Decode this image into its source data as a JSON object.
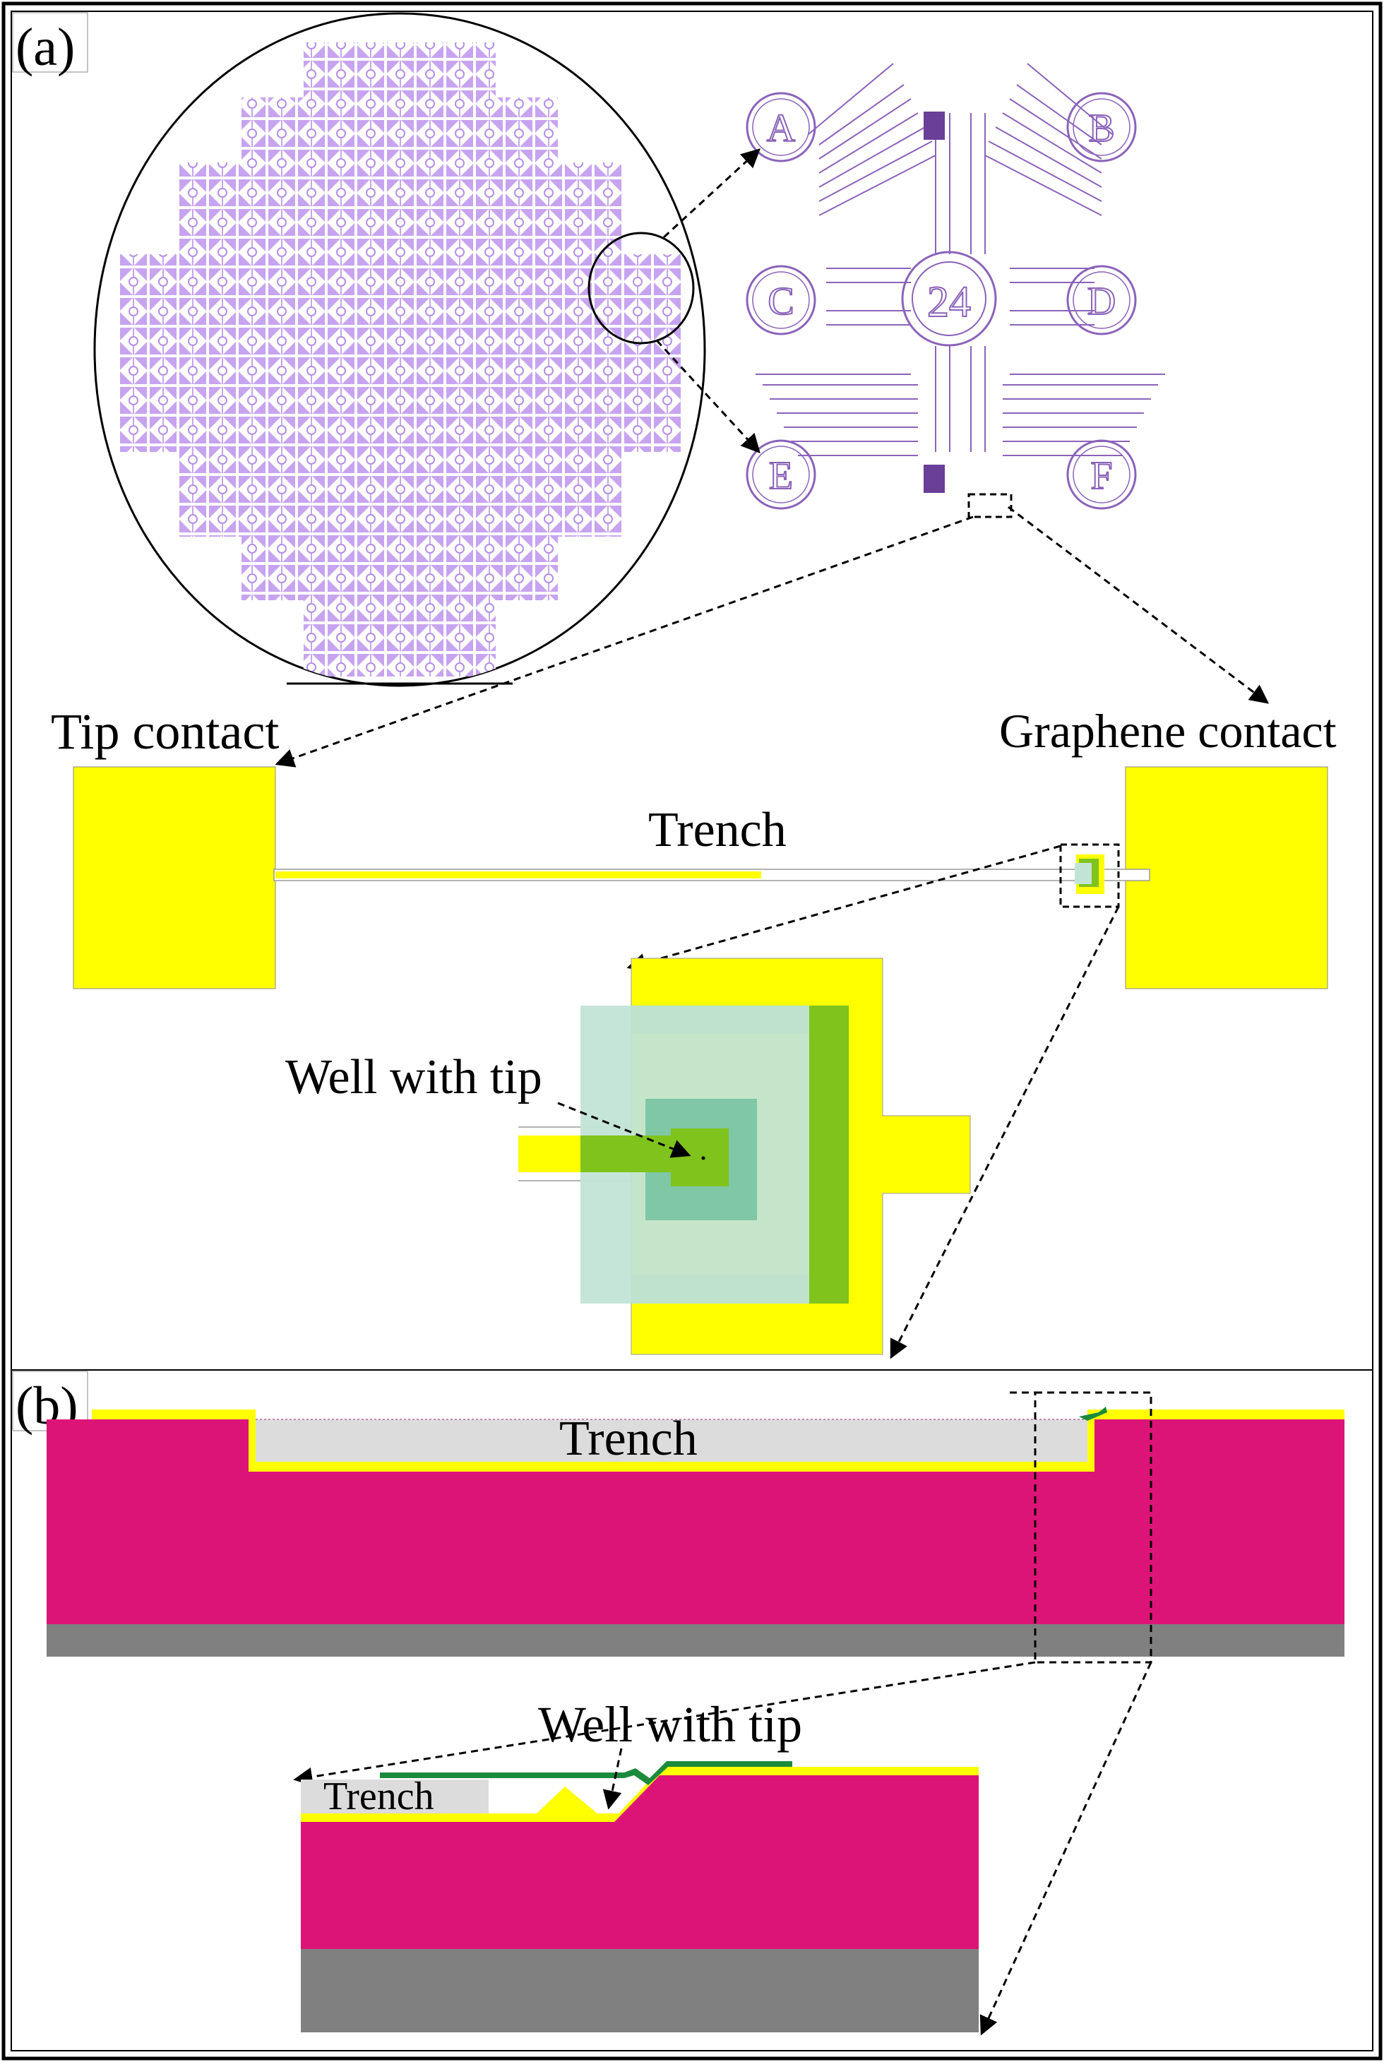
{
  "panel_a": {
    "label": "(a)",
    "tip_contact_label": "Tip contact",
    "graphene_contact_label": "Graphene contact",
    "trench_label": "Trench",
    "well_label": "Well with tip",
    "chip_letters": [
      "A",
      "B",
      "C",
      "D",
      "E",
      "F"
    ],
    "chip_center_label": "24"
  },
  "panel_b": {
    "label": "(b)",
    "trench_label": "Trench",
    "zoom_trench_label": "Trench",
    "well_label": "Well with tip"
  },
  "colors": {
    "wafer_pattern": "#c7a4ef",
    "chip_lines": "#8a63b9",
    "chip_pad": "#6a3f98",
    "gold_contact": "#ffff00",
    "graphene": "#7fc31c",
    "oxide_light": "#c2e4d6",
    "oxide_mid": "#7fc7a5",
    "substrate_magenta": "#dd1477",
    "silicon_gray": "#808080",
    "trench_gray": "#dcdcdc",
    "graphene_cross_section": "#1b8a3c"
  }
}
